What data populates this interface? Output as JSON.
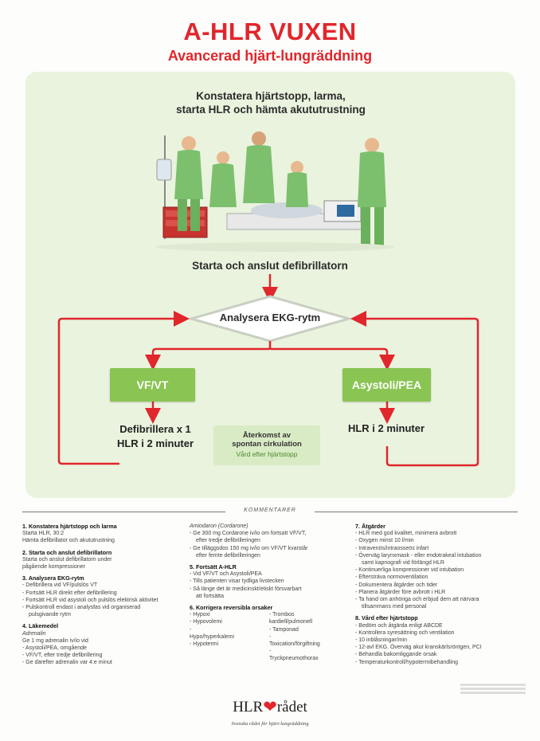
{
  "header": {
    "title": "A-HLR VUXEN",
    "subtitle": "Avancerad hjärt-lungräddning"
  },
  "flow": {
    "intro_line1": "Konstatera hjärtstopp, larma,",
    "intro_line2": "starta HLR och hämta akututrustning",
    "connect": "Starta och anslut defibrillatorn",
    "analyse": "Analysera EKG-rytm",
    "vf_label": "VF/VT",
    "asys_label": "Asystoli/PEA",
    "defib_line1": "Defibrillera x 1",
    "defib_line2": "HLR i  2 minuter",
    "asys_action": "HLR i 2 minuter",
    "rosc_line1": "Återkomst av",
    "rosc_line2": "spontan cirkulation",
    "rosc_sub": "Vård efter hjärtstopp"
  },
  "comments": {
    "label": "KOMMENTARER",
    "col1": [
      {
        "h": "1. Konstatera hjärtstopp och larma",
        "l": [
          "Starta HLR, 30:2",
          "Hämta defibrillator och akututrustning"
        ]
      },
      {
        "h": "2. Starta och anslut defibrillatorn",
        "l": [
          "Starta och anslut defibrillatorn under",
          "pågående kompressioner"
        ]
      },
      {
        "h": "3. Analysera EKG-rytm",
        "l": [
          "- Defibrillera vid VF/pulslös VT",
          "- Fortsätt HLR direkt efter defibrillering",
          "- Fortsätt HLR vid asystoli och pulslös elektrisk aktivitet",
          "- Pulskontroll endast i analysfas vid organiserad",
          "  pulsgivande rytm"
        ]
      },
      {
        "h": "4. Läkemedel",
        "l": [
          "Adrenalin",
          "Ge 1 mg adrenalin iv/io vid",
          "- Asystoli/PEA, omgående",
          "- VF/VT, efter tredje defibrillering",
          "- Ge därefter adrenalin var 4:e minut"
        ]
      }
    ],
    "col2_intro": [
      "Amiodaron (Cordarone)",
      "- Ge 300 mg Cordarone iv/io om fortsatt VF/VT,",
      "  efter tredje defibrilleringen",
      "- Ge tilläggsdos 150 mg iv/io om VF/VT kvarstår",
      "  efter femte defibrilleringen"
    ],
    "col2_s5": {
      "h": "5. Fortsätt A-HLR",
      "l": [
        "- Vid VF/VT och Asystoli/PEA",
        "- Tills patienten visar tydliga livstecken",
        "- Så länge det är medicinskt/etiskt försvarbart",
        "  att fortsätta"
      ]
    },
    "col2_s6": {
      "h": "6. Korrigera reversibla orsaker",
      "left": [
        "- Hypoxi",
        "- Hypovolemi",
        "- Hypo/hyperkalemi",
        "- Hypotermi"
      ],
      "right": [
        "- Trombos kardiell/pulmonell",
        "- Tamponad",
        "- Toxication/förgiftning",
        "- Tryckpneumothorax"
      ]
    },
    "col3": [
      {
        "h": "7. Åtgärder",
        "l": [
          "- HLR med god kvalitet, minimera avbrott",
          "- Oxygen minst 10 l/min",
          "- Intravenös/intraosseös infart",
          "- Överväg larynxmask - eller endotrakeal intubation",
          "  samt kapnografi vid förlängd HLR",
          "- Kontinuerliga kompressioner vid intubation",
          "- Eftersträva normoventilation",
          "- Dokumentera åtgärder och tider",
          "- Planera åtgärder före avbrott i HLR",
          "- Ta hand om anhöriga och erbjud dem att närvara",
          "  tillsammans med personal"
        ]
      },
      {
        "h": "8. Vård efter hjärtstopp",
        "l": [
          "- Bedöm och åtgärda enligt ABCDE",
          "- Kontrollera syresättning och ventilation",
          "- 10 inblåsningar/min",
          "- 12-avl EKG. Överväg akut kranskärlsröntgen, PCI",
          "- Behandla bakomliggande orsak",
          "- Temperaturkontroll/hypotermibehandling"
        ]
      }
    ]
  },
  "footer": {
    "logo_left": "HLR",
    "logo_right": "rådet",
    "tagline": "Svenska rådet för hjärt-lungräddning"
  },
  "colors": {
    "red": "#e1262c",
    "green": "#8ac453",
    "panel": "#eaf3de",
    "scrub": "#7cc06e"
  },
  "icons": {
    "heart": "heart-icon"
  }
}
